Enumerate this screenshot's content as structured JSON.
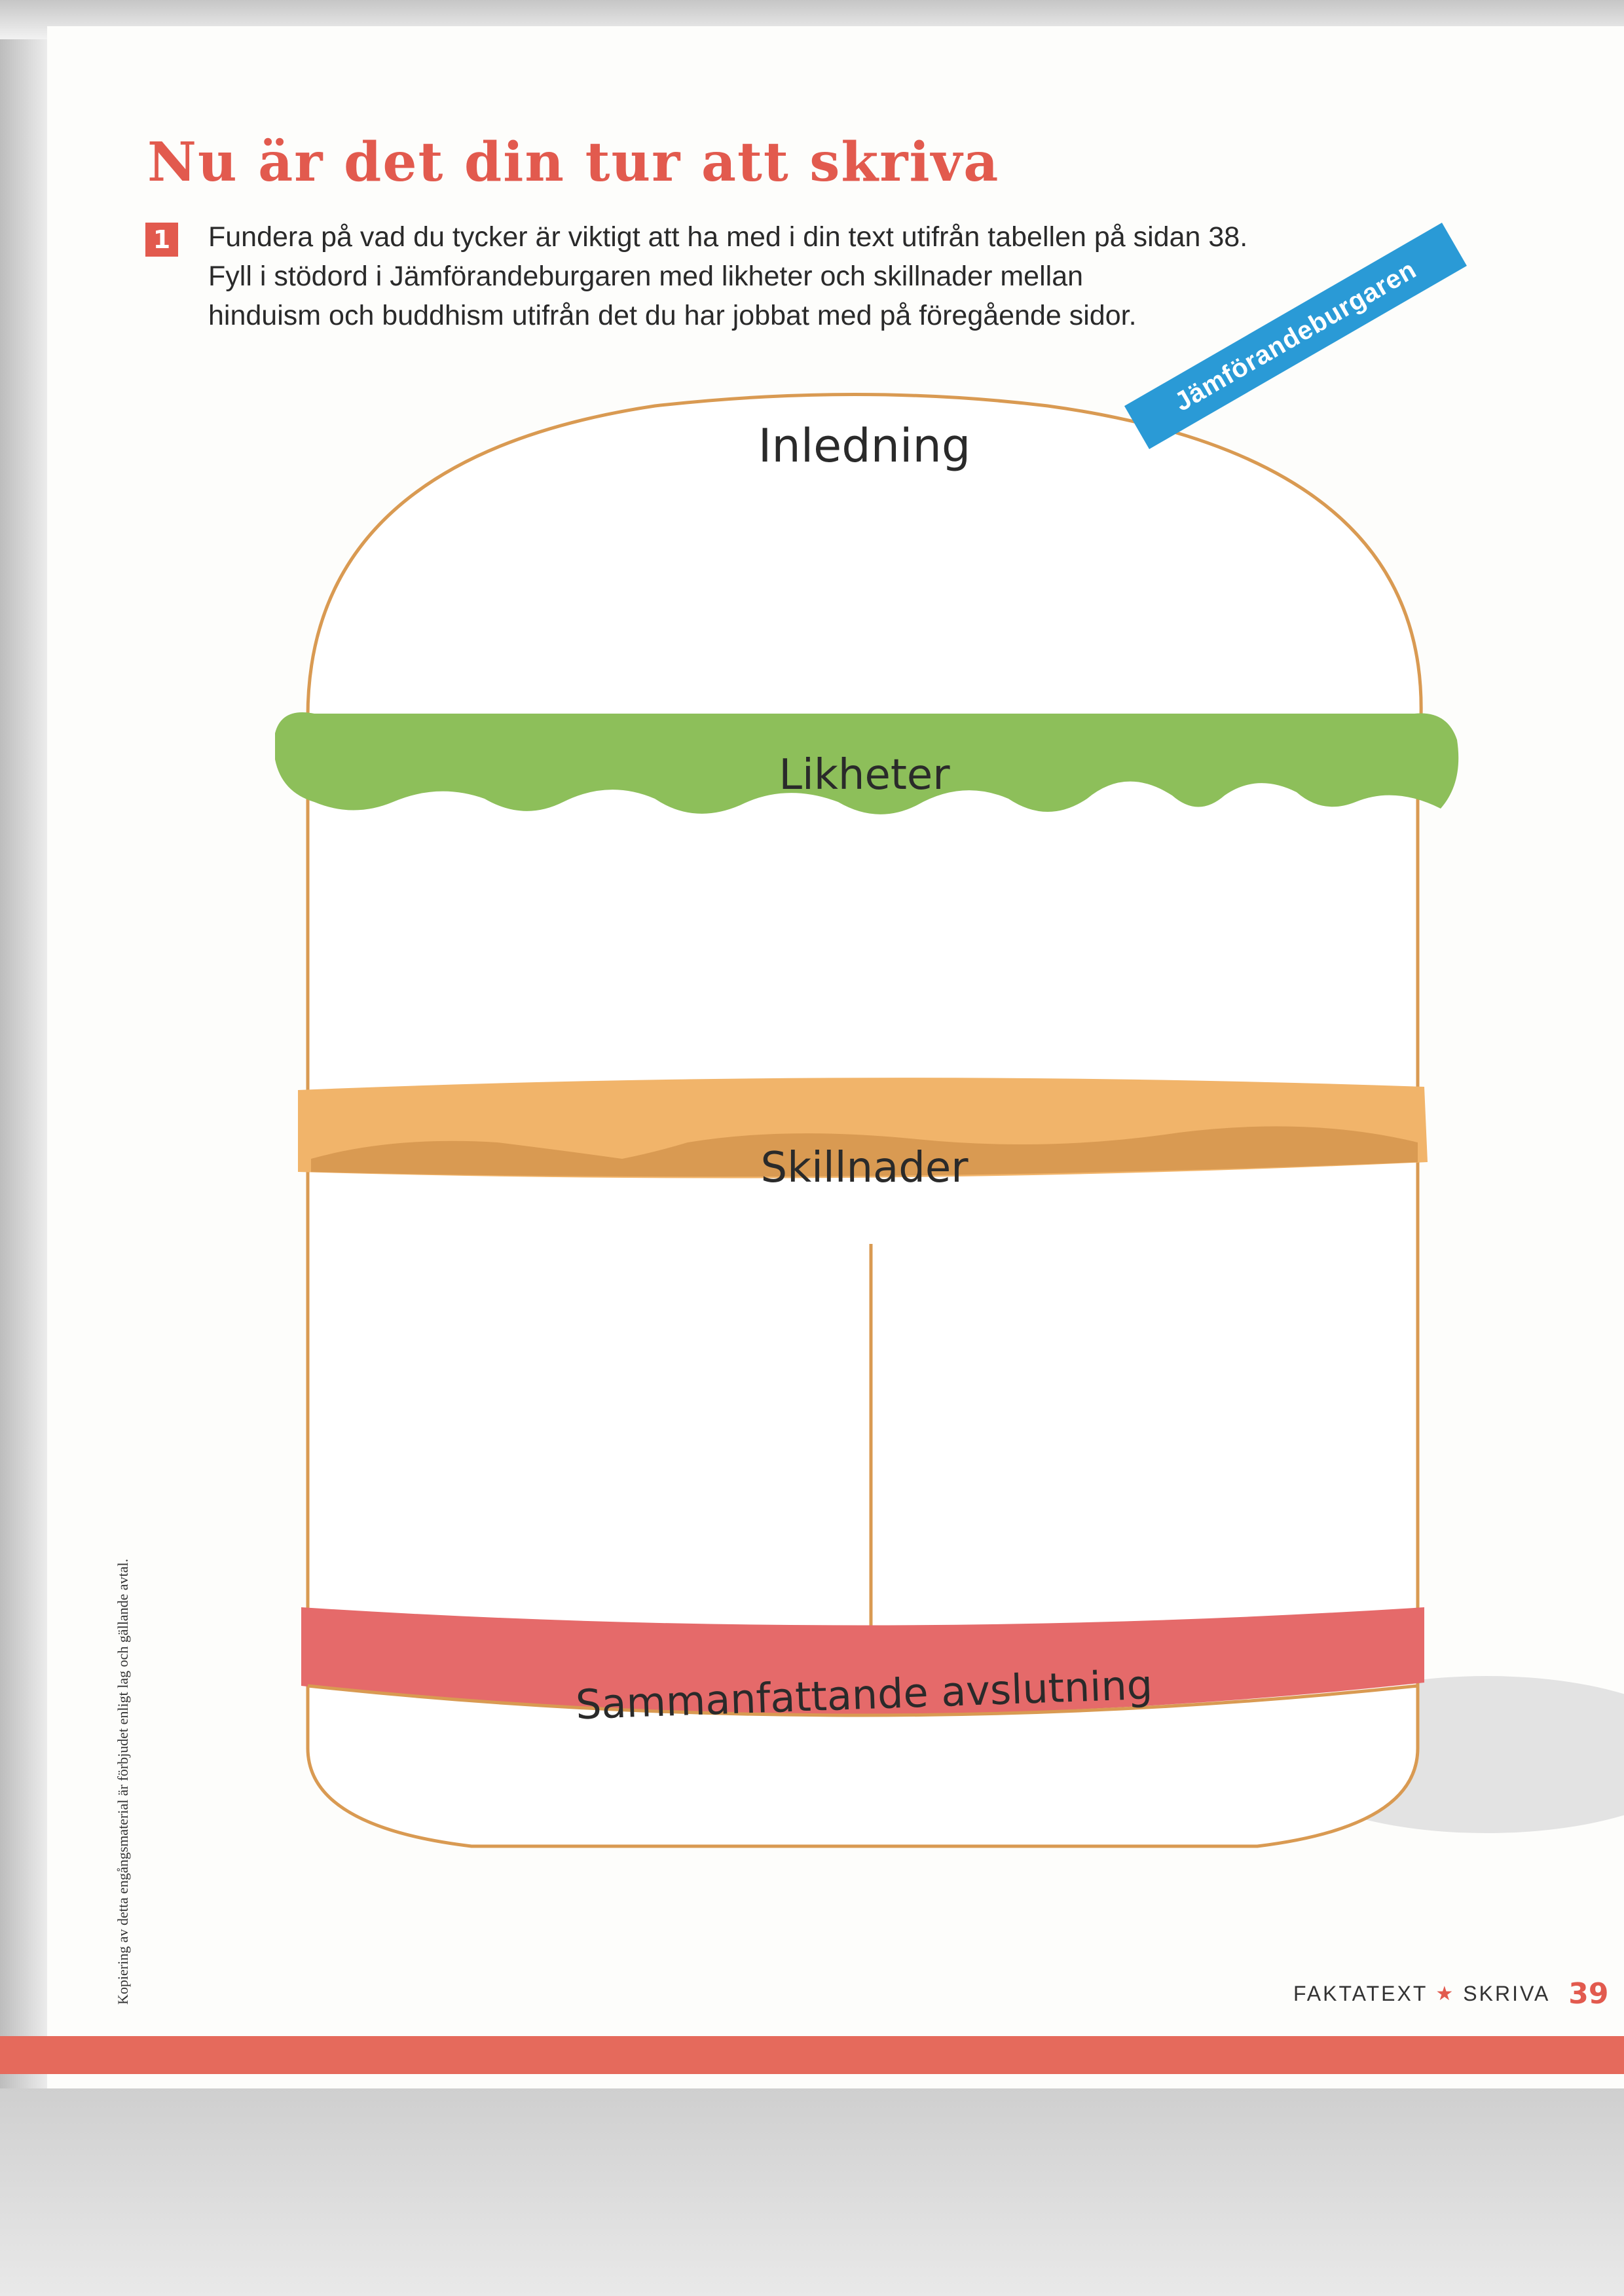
{
  "heading": "Nu är det din tur att skriva",
  "task": {
    "number": "1",
    "lines": [
      "Fundera på vad du tycker är viktigt att ha med i din text utifrån tabellen på sidan 38.",
      "Fyll i stödord i Jämförandeburgaren med likheter och skillnader mellan",
      "hinduism och buddhism utifrån det du har jobbat med på föregående sidor."
    ]
  },
  "badge": "Jämförandeburgaren",
  "burger": {
    "top_bun": "Inledning",
    "lettuce": "Likheter",
    "cheese": "Skillnader",
    "tomato": "Sammanfattande avslutning"
  },
  "side_note": "Kopiering av detta engångsmaterial är förbjudet enligt lag och gällande avtal.",
  "footer": {
    "section": "FAKTATEXT",
    "subsection": "SKRIVA",
    "page_number": "39"
  },
  "colors": {
    "accent_red": "#e25a4e",
    "bun_outline": "#d99a52",
    "lettuce": "#8dbf5a",
    "cheese": "#f1b46a",
    "tomato": "#e56a6a",
    "badge_blue": "#2a9ad6"
  }
}
